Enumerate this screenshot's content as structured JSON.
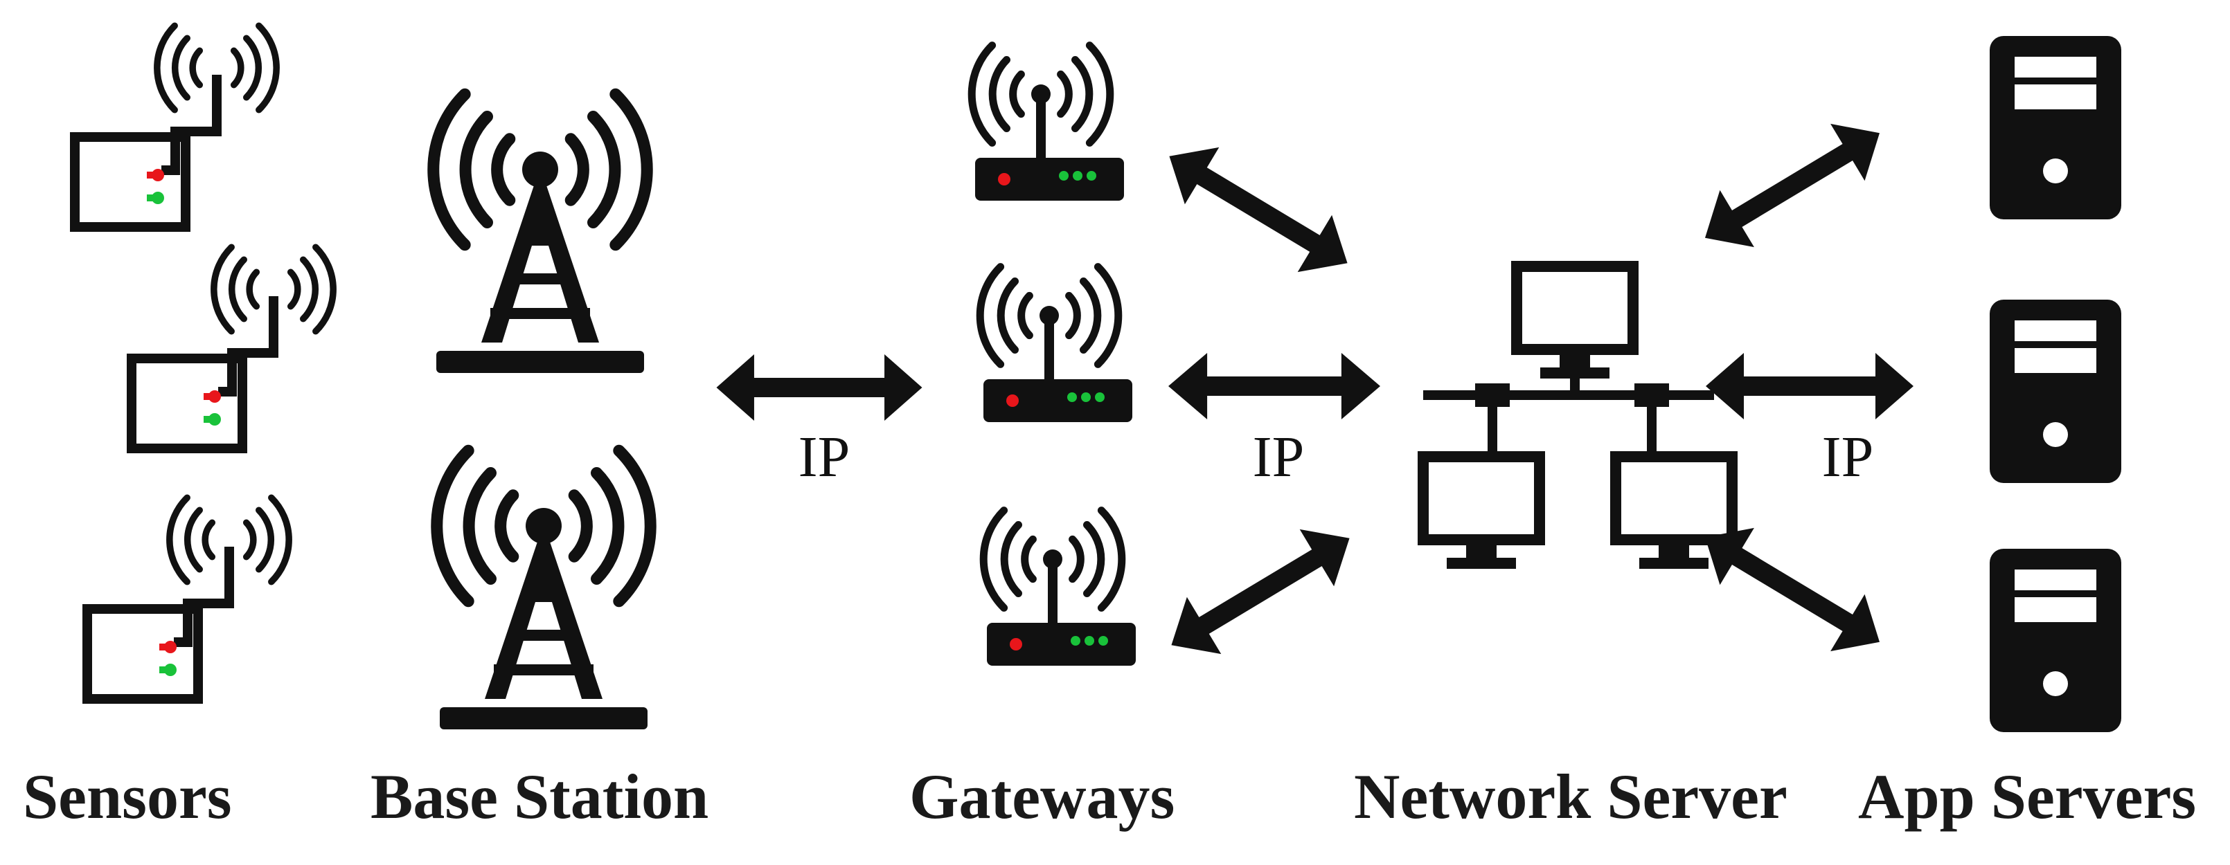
{
  "tiers": {
    "sensors": "Sensors",
    "base_station": "Base Station",
    "gateways": "Gateways",
    "network_server": "Network Server",
    "app_servers": "App Servers"
  },
  "links": {
    "bs_gateway": "IP",
    "gateway_ns": "IP",
    "ns_app": "IP"
  },
  "icons": {
    "sensor": "sensor-device-icon",
    "base_station": "radio-tower-icon",
    "gateway": "wireless-router-icon",
    "network_server": "networked-computers-icon",
    "app_server": "server-tower-icon",
    "link": "double-arrow-icon"
  },
  "colors": {
    "ink": "#111111",
    "led_red": "#e8161b",
    "led_green": "#19c23a"
  }
}
